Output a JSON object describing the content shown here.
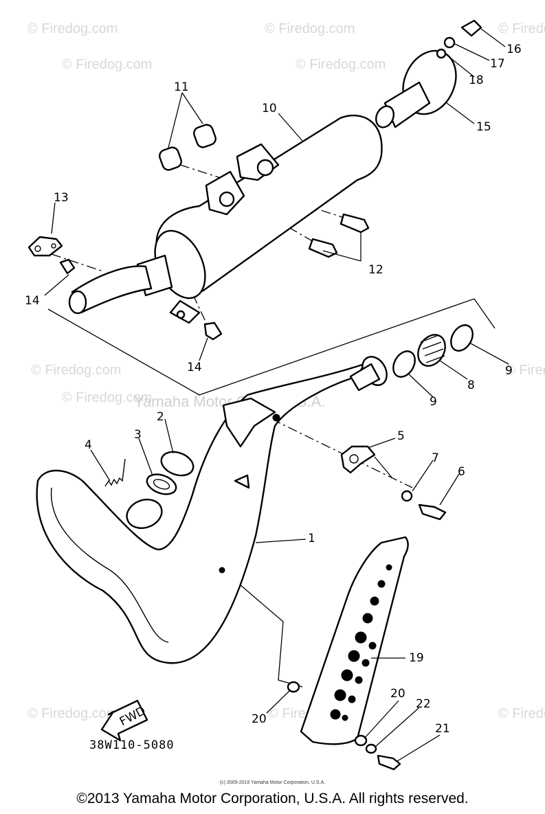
{
  "watermarks": {
    "firedog": "© Firedog.com",
    "yamaha": "Yamaha Motor Corp., U.S.A."
  },
  "callouts": {
    "c1": "1",
    "c2": "2",
    "c3": "3",
    "c4": "4",
    "c5": "5",
    "c6": "6",
    "c7": "7",
    "c8": "8",
    "c9a": "9",
    "c9b": "9",
    "c10": "10",
    "c11": "11",
    "c12": "12",
    "c13": "13",
    "c14a": "14",
    "c14b": "14",
    "c15": "15",
    "c16": "16",
    "c17": "17",
    "c18": "18",
    "c19": "19",
    "c20a": "20",
    "c20b": "20",
    "c21": "21",
    "c22": "22"
  },
  "fwd_label": "FWD",
  "part_code": "38W110-5080",
  "footer": {
    "small": "(c) 2005-2015 Yamaha Motor Corporation, U.S.A.",
    "copyright": "©2013 Yamaha Motor Corporation, U.S.A. All rights reserved."
  }
}
